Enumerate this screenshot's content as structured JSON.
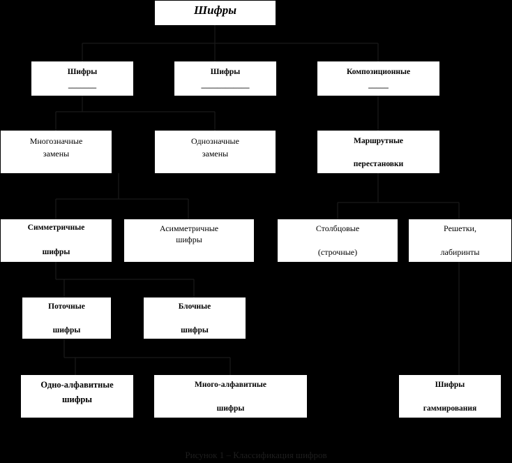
{
  "diagram": {
    "root": "Шифры",
    "level1": [
      {
        "line1": "Шифры",
        "line2": "_______"
      },
      {
        "line1": "Шифры",
        "line2": "____________"
      },
      {
        "line1": "Композиционные",
        "line2": "_____"
      }
    ],
    "level2": [
      {
        "line1": "Многозначные",
        "line2": "замены"
      },
      {
        "line1": "Однозначные",
        "line2": "замены"
      },
      {
        "line1": "Маршрутные",
        "line2": "перестановки"
      }
    ],
    "level3": [
      {
        "line1": "Симметричные",
        "line2": "шифры"
      },
      {
        "line1": "Асимметричные",
        "line2": "шифры"
      },
      {
        "line1": "Столбцовые",
        "line2": "(строчные)"
      },
      {
        "line1": "Решетки,",
        "line2": "лабиринты"
      }
    ],
    "level4": [
      {
        "line1": "Поточные",
        "line2": "шифры"
      },
      {
        "line1": "Блочные",
        "line2": "шифры"
      }
    ],
    "level5": [
      {
        "line1": "Одно-алфавитные",
        "line2": "шифры"
      },
      {
        "line1": "Много-алфавитные",
        "line2": "шифры"
      },
      {
        "line1": "Шифры",
        "line2": "гаммирования"
      }
    ],
    "caption": "Рисунок 1 – Классификация шифров"
  }
}
